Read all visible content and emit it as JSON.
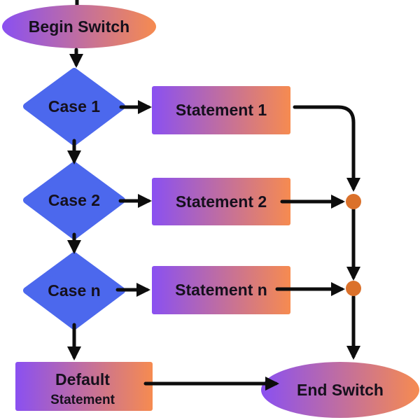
{
  "diagram": {
    "type": "flowchart",
    "topic": "Switch Statement Flow",
    "colors": {
      "node_gradient_start": "#8a50f1",
      "node_gradient_end": "#f68b50",
      "decision_fill": "#4c68ed",
      "connector_dot": "#db712b",
      "line": "#0d0d0d",
      "text": "#15101c",
      "background": "#ffffff"
    },
    "nodes": {
      "begin": {
        "label": "Begin Switch",
        "shape": "ellipse",
        "role": "terminator-start"
      },
      "case1": {
        "label": "Case 1",
        "shape": "diamond",
        "role": "decision"
      },
      "statement1": {
        "label": "Statement 1",
        "shape": "rectangle",
        "role": "process"
      },
      "case2": {
        "label": "Case 2",
        "shape": "diamond",
        "role": "decision"
      },
      "statement2": {
        "label": "Statement 2",
        "shape": "rectangle",
        "role": "process"
      },
      "casen": {
        "label": "Case n",
        "shape": "diamond",
        "role": "decision"
      },
      "statementn": {
        "label": "Statement n",
        "shape": "rectangle",
        "role": "process"
      },
      "default": {
        "label": "Default",
        "sublabel": "Statement",
        "shape": "rectangle",
        "role": "process"
      },
      "end": {
        "label": "End Switch",
        "shape": "ellipse",
        "role": "terminator-end"
      },
      "junction1": {
        "shape": "dot",
        "role": "merge-connector"
      },
      "junction2": {
        "shape": "dot",
        "role": "merge-connector"
      }
    },
    "edges": [
      {
        "from": "begin",
        "to": "case1"
      },
      {
        "from": "case1",
        "to": "statement1"
      },
      {
        "from": "case1",
        "to": "case2"
      },
      {
        "from": "case2",
        "to": "statement2"
      },
      {
        "from": "case2",
        "to": "casen"
      },
      {
        "from": "casen",
        "to": "statementn"
      },
      {
        "from": "casen",
        "to": "default"
      },
      {
        "from": "statement1",
        "to": "junction1"
      },
      {
        "from": "statement2",
        "to": "junction1"
      },
      {
        "from": "junction1",
        "to": "junction2"
      },
      {
        "from": "statementn",
        "to": "junction2"
      },
      {
        "from": "junction2",
        "to": "end"
      },
      {
        "from": "default",
        "to": "end"
      }
    ]
  }
}
